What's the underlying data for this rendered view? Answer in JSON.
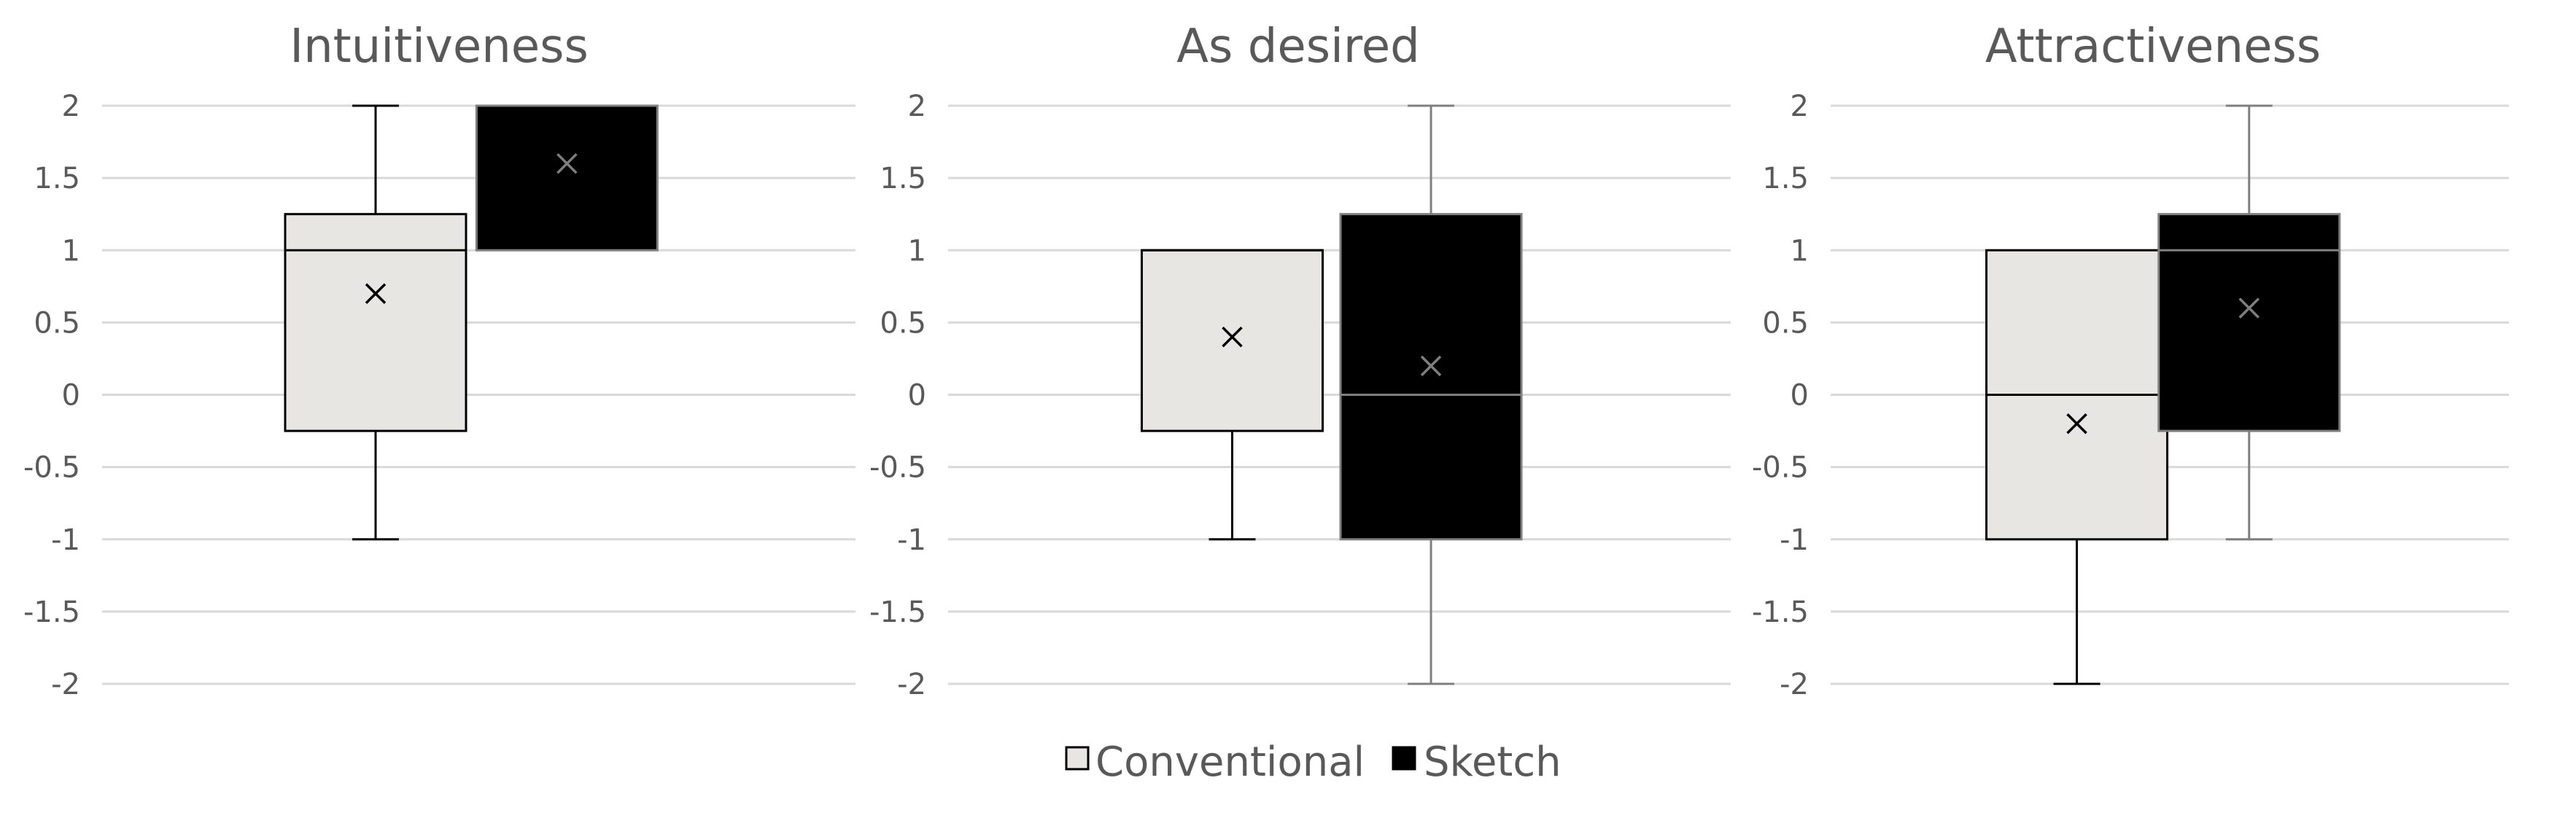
{
  "chart_data": [
    {
      "type": "box",
      "title": "Intuitiveness",
      "ylim": [
        -2,
        2
      ],
      "yticks": [
        "2",
        "1.5",
        "1",
        "0.5",
        "0",
        "-0.5",
        "-1",
        "-1.5",
        "-2"
      ],
      "grid": true,
      "series": [
        {
          "name": "Conventional",
          "min": -1,
          "q1": -0.25,
          "median": 1,
          "q3": 1.25,
          "max": 2,
          "mean": 0.7
        },
        {
          "name": "Sketch",
          "min": 1,
          "q1": 1,
          "median": 2,
          "q3": 2,
          "max": 2,
          "mean": 1.6
        }
      ]
    },
    {
      "type": "box",
      "title": "As desired",
      "ylim": [
        -2,
        2
      ],
      "yticks": [
        "2",
        "1.5",
        "1",
        "0.5",
        "0",
        "-0.5",
        "-1",
        "-1.5",
        "-2"
      ],
      "grid": true,
      "series": [
        {
          "name": "Conventional",
          "min": -1,
          "q1": -0.25,
          "median": 1,
          "q3": 1,
          "max": 1,
          "mean": 0.4
        },
        {
          "name": "Sketch",
          "min": -2,
          "q1": -1,
          "median": 0,
          "q3": 1.25,
          "max": 2,
          "mean": 0.2
        }
      ]
    },
    {
      "type": "box",
      "title": "Attractiveness",
      "ylim": [
        -2,
        2
      ],
      "yticks": [
        "2",
        "1.5",
        "1",
        "0.5",
        "0",
        "-0.5",
        "-1",
        "-1.5",
        "-2"
      ],
      "grid": true,
      "series": [
        {
          "name": "Conventional",
          "min": -2,
          "q1": -1,
          "median": 0,
          "q3": 1,
          "max": 1,
          "mean": -0.2
        },
        {
          "name": "Sketch",
          "min": -1,
          "q1": -0.25,
          "median": 1,
          "q3": 1.25,
          "max": 2,
          "mean": 0.6
        }
      ]
    }
  ],
  "legend": {
    "position": "bottom-center",
    "items": [
      {
        "label": "Conventional",
        "color": "#e7e6e2"
      },
      {
        "label": "Sketch",
        "color": "#000000"
      }
    ]
  },
  "colors": {
    "conventional_fill": "#e7e6e2",
    "conventional_stroke": "#000000",
    "sketch_fill": "#000000",
    "sketch_stroke": "#7f7f7f",
    "grid": "#d9d9d9",
    "text": "#595959"
  }
}
